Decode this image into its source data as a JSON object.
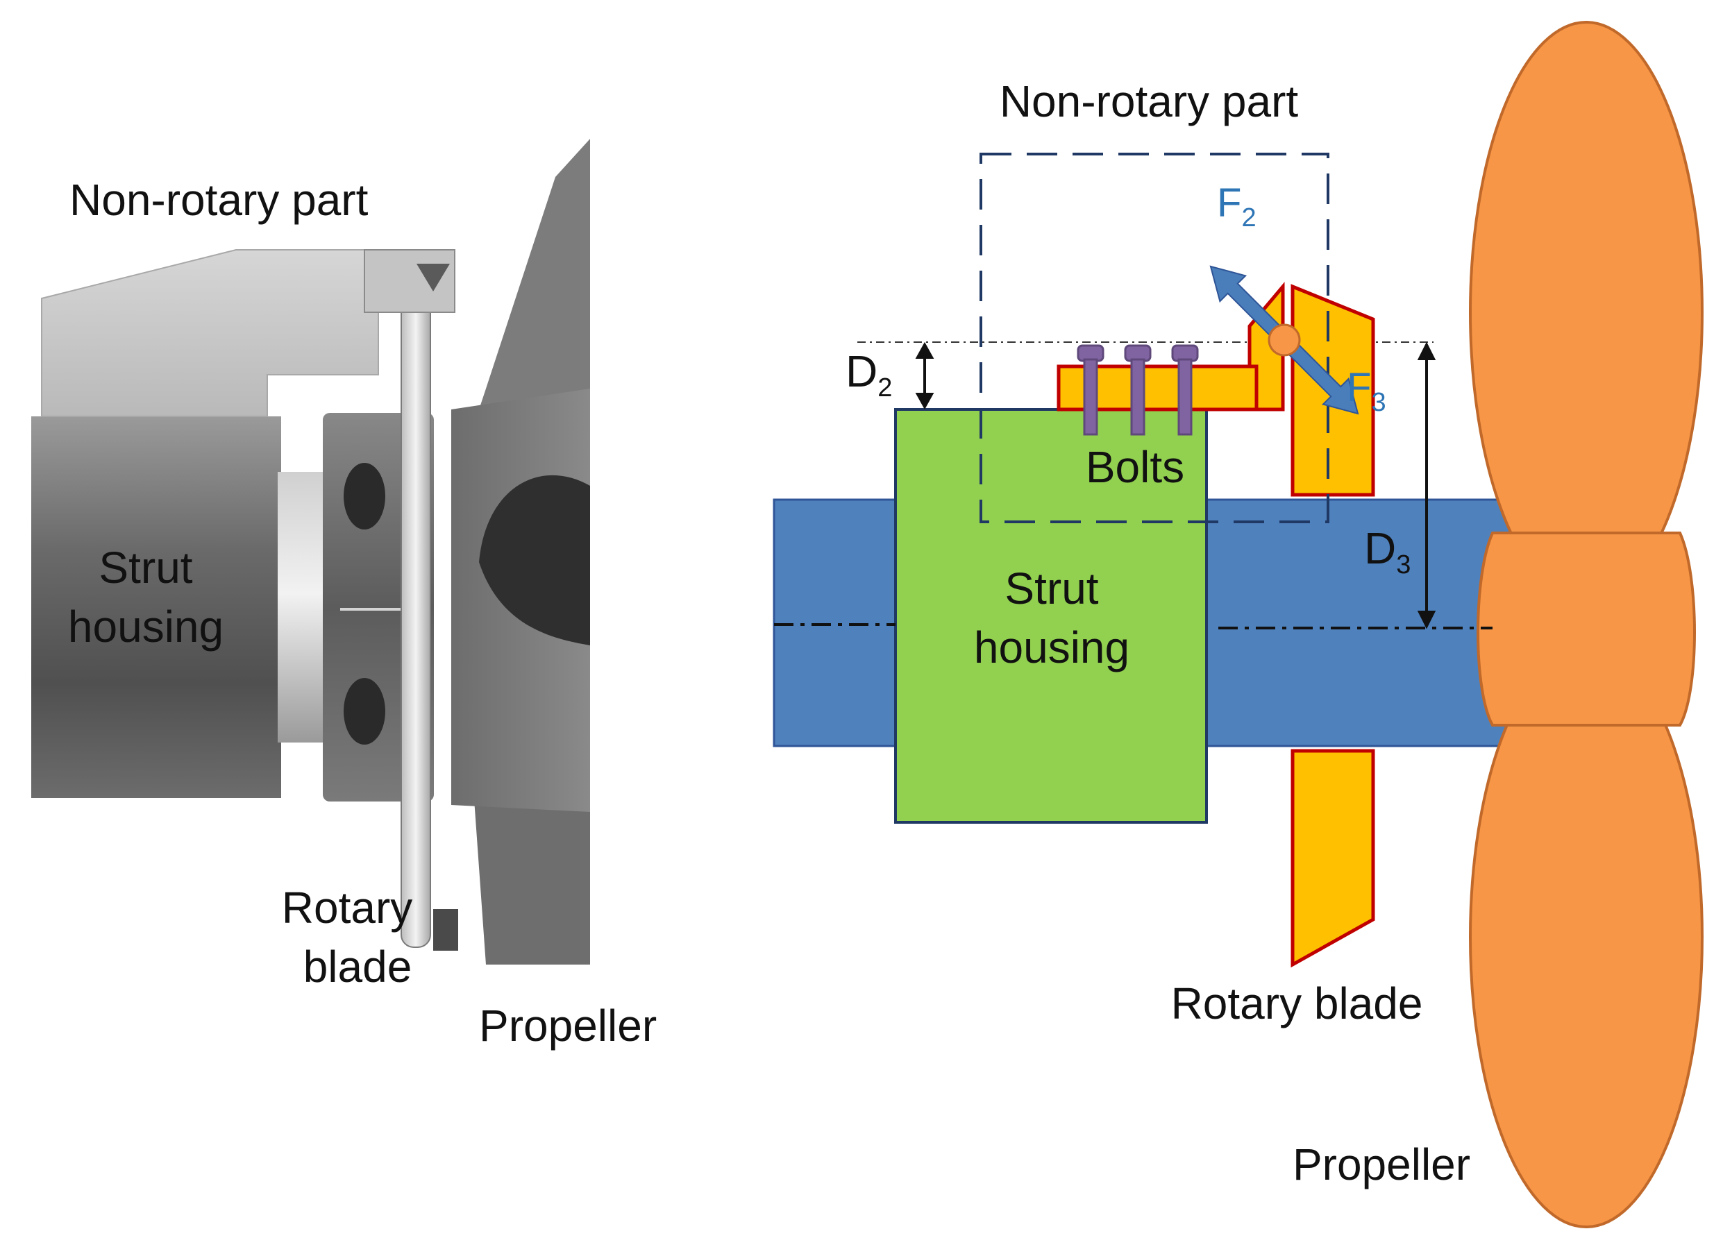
{
  "left_panel": {
    "non_rotary_label": "Non-rotary part",
    "strut_label_line1": "Strut",
    "strut_label_line2": "housing",
    "rotary_label_line1": "Rotary",
    "rotary_label_line2": "blade",
    "propeller_label": "Propeller"
  },
  "right_panel": {
    "non_rotary_label": "Non-rotary part",
    "bolts_label": "Bolts",
    "strut_label_line1": "Strut",
    "strut_label_line2": "housing",
    "rotary_label": "Rotary blade",
    "propeller_label": "Propeller",
    "f2": {
      "main": "F",
      "sub": "2"
    },
    "f3": {
      "main": "F",
      "sub": "3"
    },
    "d2": {
      "main": "D",
      "sub": "2"
    },
    "d3": {
      "main": "D",
      "sub": "3"
    }
  },
  "colors": {
    "shaft": "#4f81bd",
    "strut": "#92d050",
    "rotary_blade": "#ffc000",
    "rotary_outline": "#c00000",
    "propeller": "#f79646",
    "bolts": "#8064a2",
    "force_arrow": "#4a7ebb",
    "force_text": "#2e75b6",
    "dashed_box": "#1f3864"
  }
}
